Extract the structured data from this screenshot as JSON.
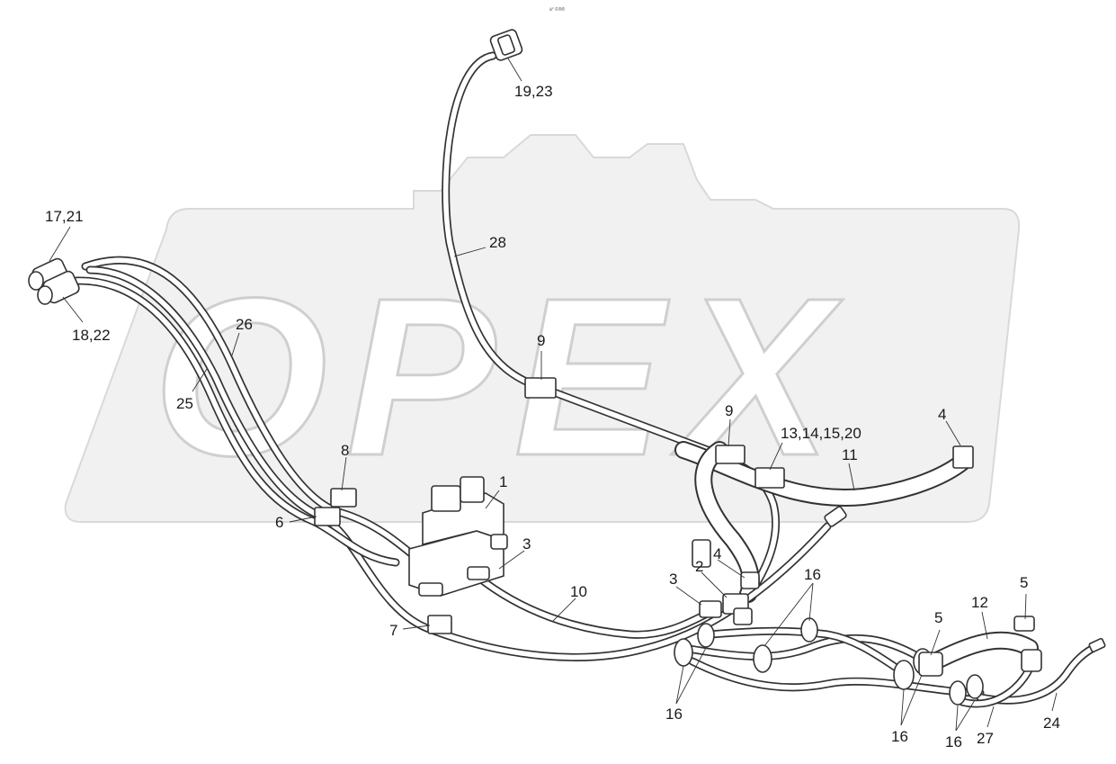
{
  "header_text": "ä° ©®®",
  "watermark": {
    "text": "OPEX",
    "color": "#f1f1f1"
  },
  "colors": {
    "line": "#333333",
    "background": "#ffffff"
  },
  "callouts": [
    {
      "id": "c1",
      "text": "17,21"
    },
    {
      "id": "c2",
      "text": "18,22"
    },
    {
      "id": "c3",
      "text": "19,23"
    },
    {
      "id": "c4",
      "text": "28"
    },
    {
      "id": "c5",
      "text": "26"
    },
    {
      "id": "c6",
      "text": "25"
    },
    {
      "id": "c7",
      "text": "9"
    },
    {
      "id": "c8",
      "text": "9"
    },
    {
      "id": "c9",
      "text": "13,14,15,20"
    },
    {
      "id": "c10",
      "text": "11"
    },
    {
      "id": "c11",
      "text": "4"
    },
    {
      "id": "c12",
      "text": "8"
    },
    {
      "id": "c13",
      "text": "6"
    },
    {
      "id": "c14",
      "text": "1"
    },
    {
      "id": "c15",
      "text": "3"
    },
    {
      "id": "c16",
      "text": "3"
    },
    {
      "id": "c17",
      "text": "2"
    },
    {
      "id": "c18",
      "text": "4"
    },
    {
      "id": "c19",
      "text": "10"
    },
    {
      "id": "c20",
      "text": "7"
    },
    {
      "id": "c21",
      "text": "16"
    },
    {
      "id": "c22",
      "text": "16"
    },
    {
      "id": "c23",
      "text": "16"
    },
    {
      "id": "c24",
      "text": "16"
    },
    {
      "id": "c25",
      "text": "5"
    },
    {
      "id": "c26",
      "text": "12"
    },
    {
      "id": "c27",
      "text": "5"
    },
    {
      "id": "c28",
      "text": "27"
    },
    {
      "id": "c29",
      "text": "24"
    }
  ]
}
